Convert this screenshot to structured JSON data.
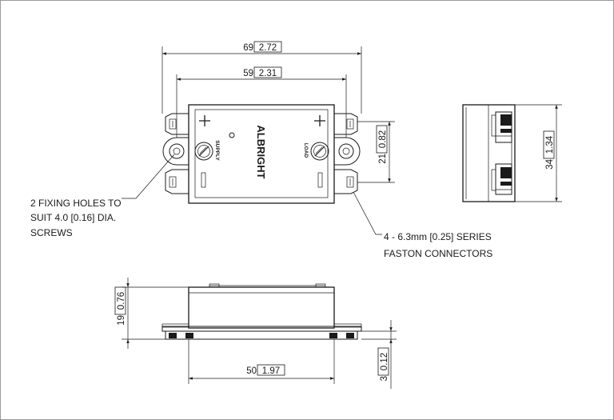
{
  "dimensions": {
    "overall_width": {
      "value": "69",
      "inch": "2.72"
    },
    "fixing_width": {
      "value": "59",
      "inch": "2.31"
    },
    "terminal_spacing": {
      "value": "21",
      "inch": "0.82"
    },
    "depth": {
      "value": "34",
      "inch": "1.34"
    },
    "height": {
      "value": "19",
      "inch": "0.76"
    },
    "body_length": {
      "value": "50",
      "inch": "1.97"
    },
    "flange_thickness": {
      "value": "3",
      "inch": "0.12"
    }
  },
  "labels": {
    "brand": "ALBRIGHT",
    "supply": "SUPPLY",
    "load": "LOAD"
  },
  "notes": {
    "fixing_holes": [
      "2 FIXING HOLES TO",
      "SUIT 4.0 [0.16] DIA.",
      "SCREWS"
    ],
    "connectors": [
      "4 - 6.3mm [0.25] SERIES",
      "FASTON CONNECTORS"
    ]
  }
}
